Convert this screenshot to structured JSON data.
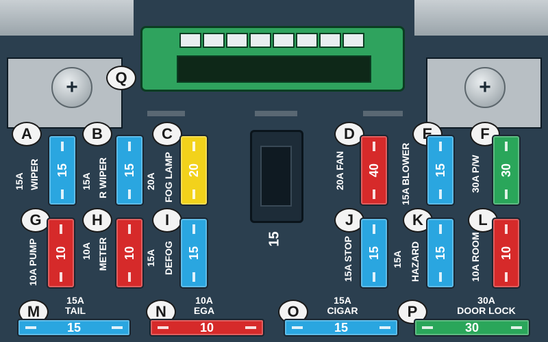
{
  "connector_label": "Q",
  "center_slot_label": "15",
  "colors": {
    "blue": "#2aa6e0",
    "red": "#d62a2a",
    "yellow": "#f2d21b",
    "green": "#2aa65a"
  },
  "fuses": {
    "A": {
      "letter": "A",
      "rating": "15A",
      "name": "WIPER",
      "value": "15",
      "color": "blue"
    },
    "B": {
      "letter": "B",
      "rating": "15A",
      "name": "R WIPER",
      "value": "15",
      "color": "blue"
    },
    "C": {
      "letter": "C",
      "rating": "20A",
      "name": "FOG LAMP",
      "value": "20",
      "color": "yellow"
    },
    "D": {
      "letter": "D",
      "rating": "20A",
      "name": "FAN",
      "value": "40",
      "color": "red"
    },
    "E": {
      "letter": "E",
      "rating": "15A",
      "name": "BLOWER",
      "value": "15",
      "color": "blue"
    },
    "F": {
      "letter": "F",
      "rating": "30A",
      "name": "P/W",
      "value": "30",
      "color": "green"
    },
    "G": {
      "letter": "G",
      "rating": "10A",
      "name": "PUMP",
      "value": "10",
      "color": "red"
    },
    "H": {
      "letter": "H",
      "rating": "10A",
      "name": "METER",
      "value": "10",
      "color": "red"
    },
    "I": {
      "letter": "I",
      "rating": "15A",
      "name": "DEFOG",
      "value": "15",
      "color": "blue"
    },
    "J": {
      "letter": "J",
      "rating": "15A",
      "name": "STOP",
      "value": "15",
      "color": "blue"
    },
    "K": {
      "letter": "K",
      "rating": "15A",
      "name": "HAZARD",
      "value": "15",
      "color": "blue"
    },
    "L": {
      "letter": "L",
      "rating": "10A",
      "name": "ROOM",
      "value": "10",
      "color": "red"
    },
    "M": {
      "letter": "M",
      "rating": "15A",
      "name": "TAIL",
      "value": "15",
      "color": "blue"
    },
    "N": {
      "letter": "N",
      "rating": "10A",
      "name": "EGA",
      "value": "10",
      "color": "red"
    },
    "O": {
      "letter": "O",
      "rating": "15A",
      "name": "CIGAR",
      "value": "15",
      "color": "blue"
    },
    "P": {
      "letter": "P",
      "rating": "30A",
      "name": "DOOR LOCK",
      "value": "30",
      "color": "green"
    }
  }
}
